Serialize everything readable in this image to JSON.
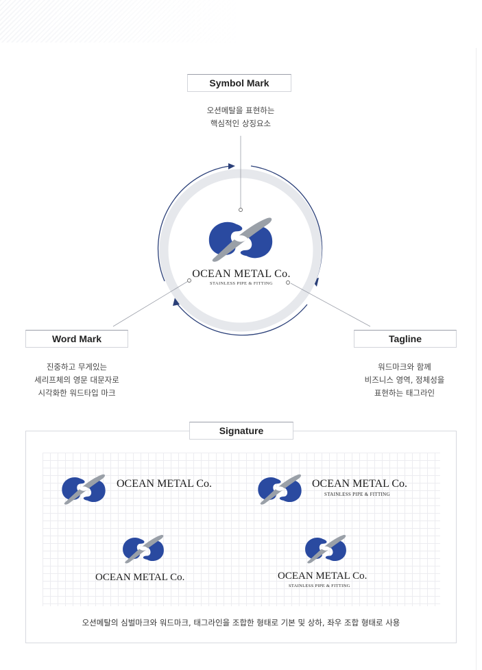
{
  "symbol_mark": {
    "label": "Symbol Mark",
    "desc_line1": "오션메탈을 표현하는",
    "desc_line2": "핵심적인 상징요소"
  },
  "word_mark": {
    "label": "Word Mark",
    "desc_line1": "진중하고 무게있는",
    "desc_line2": "세리프체의 영문 대문자로",
    "desc_line3": "시각화한 워드타입 마크"
  },
  "tagline": {
    "label": "Tagline",
    "desc_line1": "워드마크와 함께",
    "desc_line2": "비즈니스 영역, 정체성을",
    "desc_line3": "표현하는 태그라인"
  },
  "brand": {
    "name": "OCEAN METAL Co.",
    "tagline": "STAINLESS PIPE & FITTING"
  },
  "signature": {
    "label": "Signature",
    "caption": "오션메탈의 심벌마크와 워드마크, 태그라인을 조합한 형태로 기본 및 상하, 좌우 조합 형태로 사용"
  },
  "colors": {
    "brand_blue": "#2a4aa0",
    "brand_gray": "#9aa0a8",
    "ring_gray": "#e6e8ec",
    "navy_line": "#2a3f78"
  }
}
